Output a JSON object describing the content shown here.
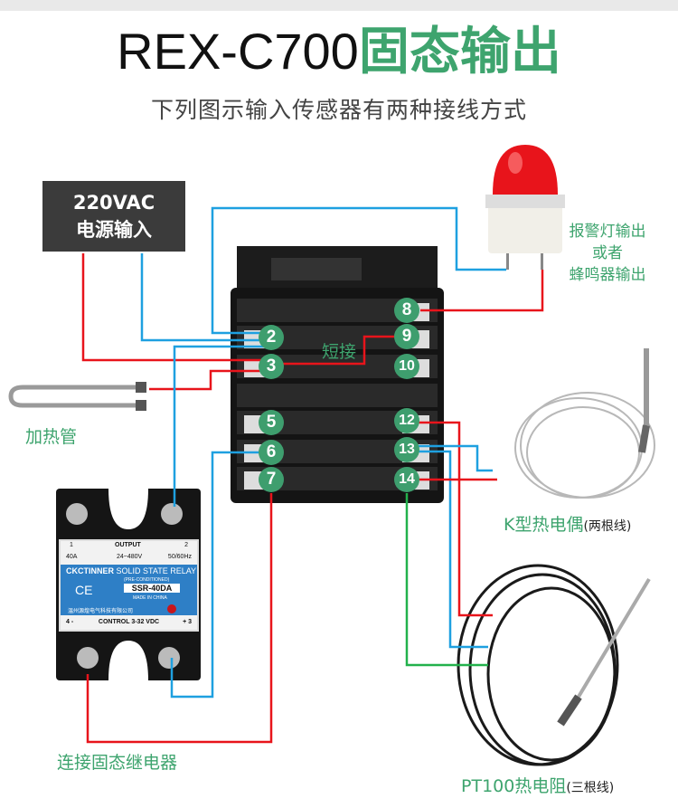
{
  "title": {
    "model": "REX-C700",
    "suffix": "固态输出"
  },
  "subtitle": "下列图示输入传感器有两种接线方式",
  "power": {
    "line1": "220VAC",
    "line2": "电源输入"
  },
  "terminals": [
    "2",
    "3",
    "5",
    "6",
    "7",
    "8",
    "9",
    "10",
    "12",
    "13",
    "14"
  ],
  "short_label": "短接",
  "heater_label": "加热管",
  "alarm_label": {
    "line1": "报警灯输出",
    "line2": "或者",
    "line3": "蜂鸣器输出"
  },
  "k_label": {
    "main": "K型热电偶",
    "note": "(两根线)"
  },
  "pt_label": {
    "main": "PT100热电阻",
    "note": "(三根线)"
  },
  "ssr_label": "连接固态继电器",
  "ssr": {
    "output": "OUTPUT",
    "t1": "1",
    "t2": "2",
    "amp": "40A",
    "volt": "24~480V",
    "freq": "50/60Hz",
    "brand": "CKCTINNER",
    "type": "SOLID STATE RELAY",
    "pre": "(PRE-CONDITIONED)",
    "model": "SSR-40DA",
    "made": "MADE IN CHINA",
    "maker": "温州源煌电气科技有限公司",
    "control": "CONTROL 3-32 VDC",
    "t4": "4 -",
    "t3": "+ 3",
    "ce": "CE"
  },
  "colors": {
    "green": "#3ea46e",
    "red": "#e8141b",
    "blue": "#1ea0e0",
    "wire_green": "#22b14c"
  }
}
